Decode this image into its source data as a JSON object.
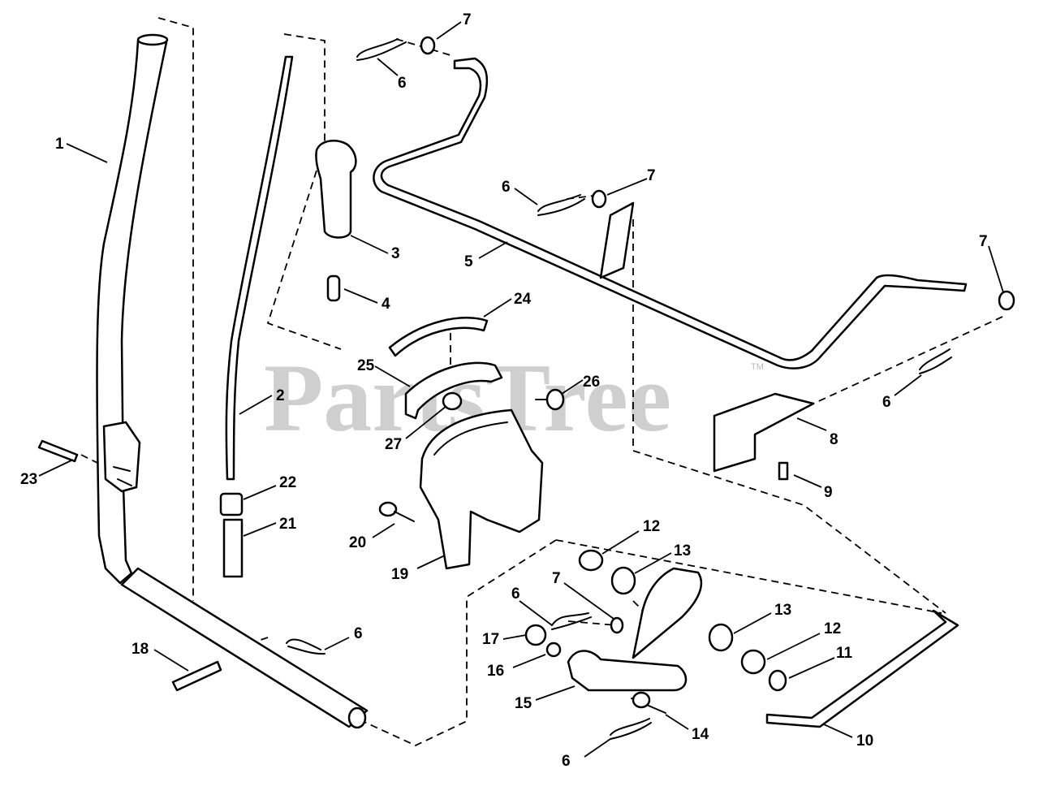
{
  "watermark": {
    "text": "PartsTree",
    "trademark": "TM"
  },
  "callouts": [
    {
      "id": "c1",
      "label": "1"
    },
    {
      "id": "c2",
      "label": "2"
    },
    {
      "id": "c3",
      "label": "3"
    },
    {
      "id": "c4",
      "label": "4"
    },
    {
      "id": "c5",
      "label": "5"
    },
    {
      "id": "c6a",
      "label": "6"
    },
    {
      "id": "c6b",
      "label": "6"
    },
    {
      "id": "c6c",
      "label": "6"
    },
    {
      "id": "c6d",
      "label": "6"
    },
    {
      "id": "c6e",
      "label": "6"
    },
    {
      "id": "c6f",
      "label": "6"
    },
    {
      "id": "c7a",
      "label": "7"
    },
    {
      "id": "c7b",
      "label": "7"
    },
    {
      "id": "c7c",
      "label": "7"
    },
    {
      "id": "c7d",
      "label": "7"
    },
    {
      "id": "c8",
      "label": "8"
    },
    {
      "id": "c9",
      "label": "9"
    },
    {
      "id": "c10",
      "label": "10"
    },
    {
      "id": "c11",
      "label": "11"
    },
    {
      "id": "c12a",
      "label": "12"
    },
    {
      "id": "c12b",
      "label": "12"
    },
    {
      "id": "c13a",
      "label": "13"
    },
    {
      "id": "c13b",
      "label": "13"
    },
    {
      "id": "c14",
      "label": "14"
    },
    {
      "id": "c15",
      "label": "15"
    },
    {
      "id": "c16",
      "label": "16"
    },
    {
      "id": "c17",
      "label": "17"
    },
    {
      "id": "c18",
      "label": "18"
    },
    {
      "id": "c19",
      "label": "19"
    },
    {
      "id": "c20",
      "label": "20"
    },
    {
      "id": "c21",
      "label": "21"
    },
    {
      "id": "c22",
      "label": "22"
    },
    {
      "id": "c23",
      "label": "23"
    },
    {
      "id": "c24",
      "label": "24"
    },
    {
      "id": "c25",
      "label": "25"
    },
    {
      "id": "c26",
      "label": "26"
    },
    {
      "id": "c27",
      "label": "27"
    }
  ]
}
